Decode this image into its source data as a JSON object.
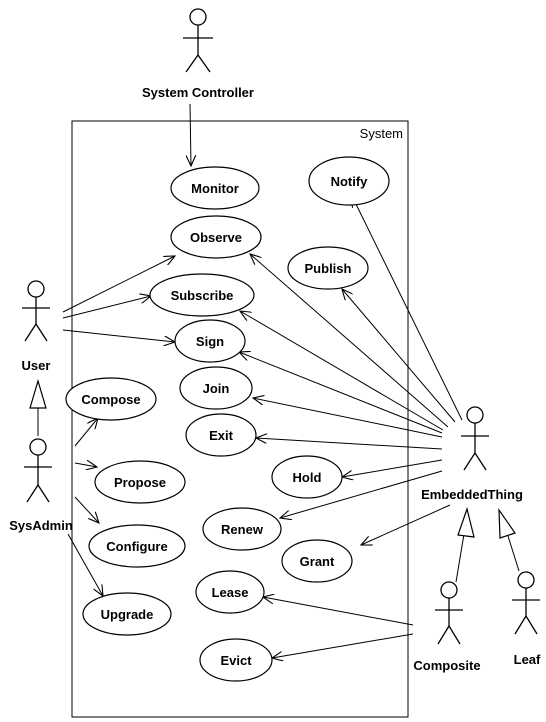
{
  "system": {
    "label": "System"
  },
  "actors": {
    "system_controller": "System Controller",
    "user": "User",
    "sysadmin": "SysAdmin",
    "embedded_thing": "EmbeddedThing",
    "composite": "Composite",
    "leaf": "Leaf"
  },
  "use_cases": {
    "monitor": "Monitor",
    "notify": "Notify",
    "observe": "Observe",
    "publish": "Publish",
    "subscribe": "Subscribe",
    "sign": "Sign",
    "join": "Join",
    "compose": "Compose",
    "exit": "Exit",
    "hold": "Hold",
    "propose": "Propose",
    "renew": "Renew",
    "configure": "Configure",
    "grant": "Grant",
    "lease": "Lease",
    "upgrade": "Upgrade",
    "evict": "Evict"
  }
}
